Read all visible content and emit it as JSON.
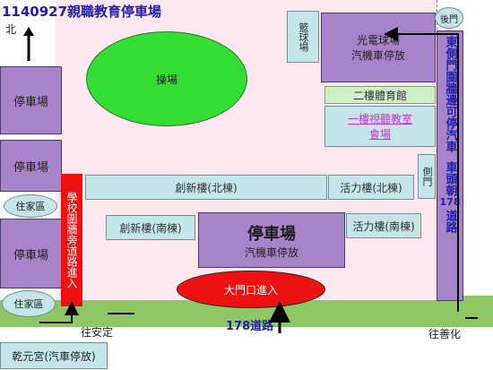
{
  "title": "1140927親職教育停車場",
  "compass": {
    "label": "北"
  },
  "labels": {
    "basketball": "籃球場",
    "east_gate": "後門",
    "solar_field": "光電球場",
    "solar_parking": "汽機車停放",
    "gym": "二樓體育館",
    "av_room": "一樓視聽教室",
    "venue": "會場",
    "playground": "操場",
    "west_parking_1": "停車場",
    "west_parking_2": "停車場",
    "west_parking_3": "停車場",
    "residential_1": "住家區",
    "residential_2": "住家區",
    "wall_road": "學校圍牆旁道路進入",
    "side_gate": "側門",
    "chuangxin_north": "創新樓(北棟)",
    "huoli_north": "活力樓(北棟)",
    "chuangxin_south": "創新樓(南棟)",
    "huoli_south": "活力樓(南棟)",
    "main_parking_title": "停車場",
    "main_parking_sub": "汽機車停放",
    "main_gate": "大門口進入",
    "road_178": "178道路",
    "to_anding": "往安定",
    "to_shanhua": "往善化",
    "qianyuan": "乾元宮(汽車停放)",
    "east_text_a": "東側門圍牆邊可停汽車",
    "east_text_b": "車頭朝",
    "east_text_c": "178",
    "east_text_d": "道路"
  },
  "colors": {
    "accent": "#1f1fa8",
    "campus": "#fde8f0",
    "road": "#8dc864",
    "building": "#c4e6e8",
    "parking": "#a783c9",
    "playground": "#33dd33",
    "gate": "#ee1111",
    "wall_road": "#ee1111"
  }
}
